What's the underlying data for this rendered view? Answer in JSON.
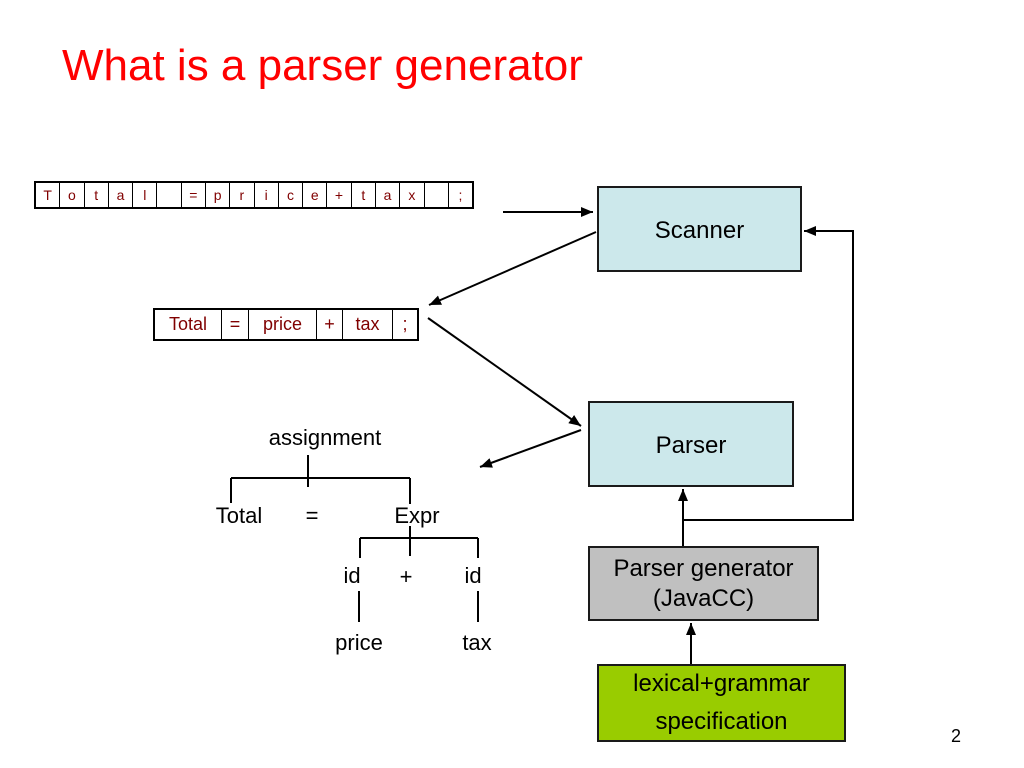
{
  "slide": {
    "title": "What is a parser generator",
    "page_number": "2"
  },
  "char_table": {
    "cells": [
      "T",
      "o",
      "t",
      "a",
      "l",
      "",
      "=",
      "p",
      "r",
      "i",
      "c",
      "e",
      "+",
      "t",
      "a",
      "x",
      "",
      ";"
    ]
  },
  "token_table": {
    "cells": [
      "Total",
      "=",
      "price",
      "+",
      "tax",
      ";"
    ]
  },
  "boxes": {
    "scanner": {
      "label": "Scanner"
    },
    "parser": {
      "label": "Parser"
    },
    "parser_generator": {
      "line1": "Parser generator",
      "line2": "(JavaCC)"
    },
    "specification": {
      "line1": "lexical+grammar",
      "line2": "specification"
    }
  },
  "parse_tree": {
    "root": "assignment",
    "children": [
      "Total",
      "=",
      "Expr"
    ],
    "expr_children": [
      "id",
      "+",
      "id"
    ],
    "leaves": [
      "price",
      "tax"
    ]
  },
  "colors": {
    "title": "#ff0000",
    "table_text": "#800000",
    "scanner_fill": "#cce8eb",
    "parser_fill": "#cce8eb",
    "generator_fill": "#c0c0c0",
    "specification_fill": "#99cc00"
  }
}
